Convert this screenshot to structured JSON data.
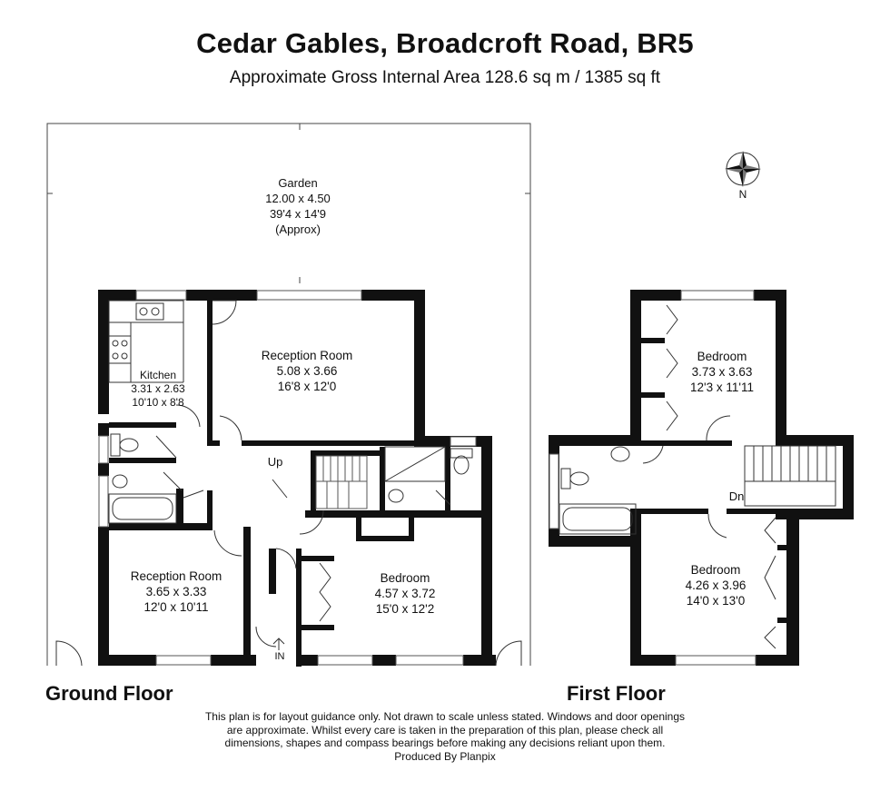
{
  "header": {
    "title": "Cedar Gables, Broadcroft Road, BR5",
    "subtitle": "Approximate Gross Internal Area  128.6 sq m / 1385 sq ft"
  },
  "compass": {
    "label": "N"
  },
  "rooms": {
    "garden": {
      "name": "Garden",
      "metric": "12.00 x 4.50",
      "imperial": "39'4 x 14'9",
      "note": "(Approx)"
    },
    "kitchen": {
      "name": "Kitchen",
      "metric": "3.31 x 2.63",
      "imperial": "10'10 x 8'8"
    },
    "reception_upper": {
      "name": "Reception Room",
      "metric": "5.08 x 3.66",
      "imperial": "16'8 x 12'0"
    },
    "reception_lower": {
      "name": "Reception Room",
      "metric": "3.65 x 3.33",
      "imperial": "12'0 x 10'11"
    },
    "bedroom_ground": {
      "name": "Bedroom",
      "metric": "4.57 x 3.72",
      "imperial": "15'0 x 12'2"
    },
    "bedroom_first_upper": {
      "name": "Bedroom",
      "metric": "3.73 x 3.63",
      "imperial": "12'3 x 11'11"
    },
    "bedroom_first_lower": {
      "name": "Bedroom",
      "metric": "4.26 x 3.96",
      "imperial": "14'0 x 13'0"
    }
  },
  "stairs": {
    "up_label": "Up",
    "down_label": "Dn"
  },
  "entrance": {
    "label": "IN"
  },
  "floors": {
    "ground": "Ground Floor",
    "first": "First Floor"
  },
  "disclaimer": {
    "line1": "This plan is for layout guidance only. Not drawn to scale unless stated. Windows and door openings",
    "line2": "are approximate. Whilst every care is taken in the preparation of this plan, please check all",
    "line3": "dimensions, shapes and compass bearings before making any decisions reliant upon them.",
    "line4": "Produced By Planpix"
  }
}
